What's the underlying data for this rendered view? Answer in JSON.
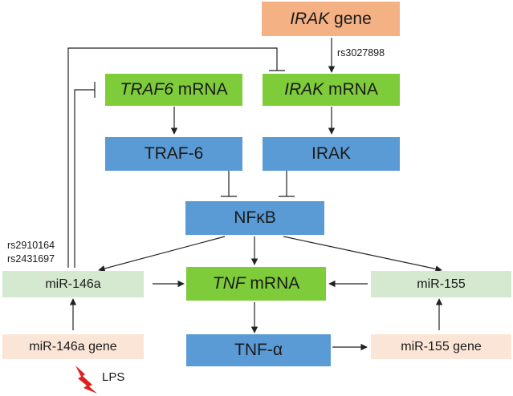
{
  "nodes": {
    "irak_gene": {
      "italic": "IRAK",
      "rest": " gene"
    },
    "traf6_mrna": {
      "italic": "TRAF6",
      "rest": " mRNA"
    },
    "irak_mrna": {
      "italic": "IRAK",
      "rest": " mRNA"
    },
    "traf6_protein": {
      "text": "TRAF-6"
    },
    "irak_protein": {
      "text": "IRAK"
    },
    "nfkb": {
      "text": "NFκB"
    },
    "mir146a": {
      "text": "miR-146a"
    },
    "tnf_mrna": {
      "italic": "TNF",
      "rest": " mRNA"
    },
    "mir155": {
      "text": "miR-155"
    },
    "mir146a_gene": {
      "text": "miR-146a gene"
    },
    "tnfa": {
      "text": "TNF-α"
    },
    "mir155_gene": {
      "text": "miR-155 gene"
    },
    "lps": {
      "text": "LPS"
    }
  },
  "snps": {
    "irak": "rs3027898",
    "mir146a_1": "rs2910164",
    "mir146a_2": "rs2431697"
  },
  "colors": {
    "gene_box": "#f4b183",
    "mrna_box": "#7fcc3b",
    "protein_box": "#5b9bd5",
    "mirna_box": "#d5e8d0",
    "mirna_gene_box": "#fbe5d6",
    "lps_bolt": "#e02020"
  }
}
